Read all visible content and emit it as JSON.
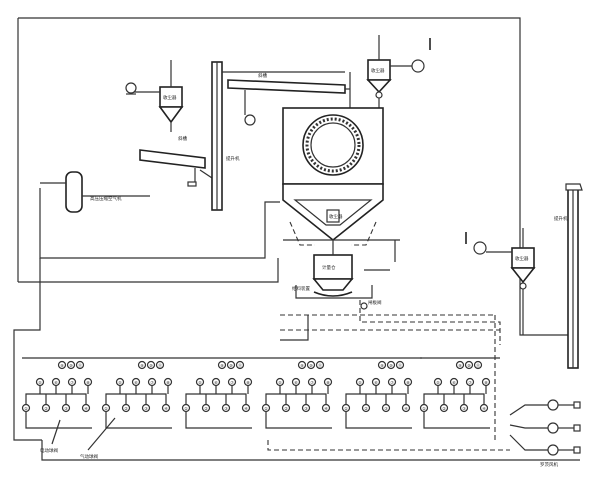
{
  "labels": {
    "dust_collector_1": "收尘器",
    "dust_collector_2": "收尘器",
    "dust_collector_3": "收尘器",
    "dust_collector_4": "收尘器",
    "bucket_elevator_1": "提升机",
    "bucket_elevator_2": "提升机",
    "screw_conveyor_top": "斜槽",
    "screw_conveyor_left": "斜槽",
    "compressed_air": "高压压缩空气机",
    "metering_bin": "计量仓",
    "feeder": "给料装置",
    "valve": "闸板阀",
    "roots_blowers": "罗茨风机",
    "pneumatic_valve": "气动球阀",
    "manual_valve": "电动球阀"
  },
  "groups": [
    {
      "top": [
        "⑨",
        "⑩",
        "⑪"
      ],
      "mid": [
        "⑤",
        "⑥",
        "⑦",
        "⑧"
      ],
      "bottom": [
        "①",
        "②",
        "③",
        "④"
      ]
    },
    {
      "top": [
        "⑨",
        "⑩",
        "⑪"
      ],
      "mid": [
        "⑤",
        "⑥",
        "⑦",
        "⑧"
      ],
      "bottom": [
        "①",
        "②",
        "③",
        "④"
      ]
    },
    {
      "top": [
        "⑨",
        "⑩",
        "⑪"
      ],
      "mid": [
        "⑤",
        "⑥",
        "⑦",
        "⑧"
      ],
      "bottom": [
        "①",
        "②",
        "③",
        "④"
      ]
    },
    {
      "top": [
        "⑨",
        "⑩",
        "⑪"
      ],
      "mid": [
        "⑤",
        "⑥",
        "⑦",
        "⑧"
      ],
      "bottom": [
        "①",
        "②",
        "③",
        "④"
      ]
    },
    {
      "top": [
        "⑨",
        "⑩",
        "⑪"
      ],
      "mid": [
        "⑤",
        "⑥",
        "⑦",
        "⑧"
      ],
      "bottom": [
        "①",
        "②",
        "③",
        "④"
      ]
    },
    {
      "top": [
        "⑨",
        "⑩",
        "⑪"
      ],
      "mid": [
        "⑤",
        "⑥",
        "⑦",
        "⑧"
      ],
      "bottom": [
        "①",
        "②",
        "③",
        "④"
      ]
    }
  ],
  "colors": {
    "line": "#333333",
    "background": "#ffffff"
  }
}
